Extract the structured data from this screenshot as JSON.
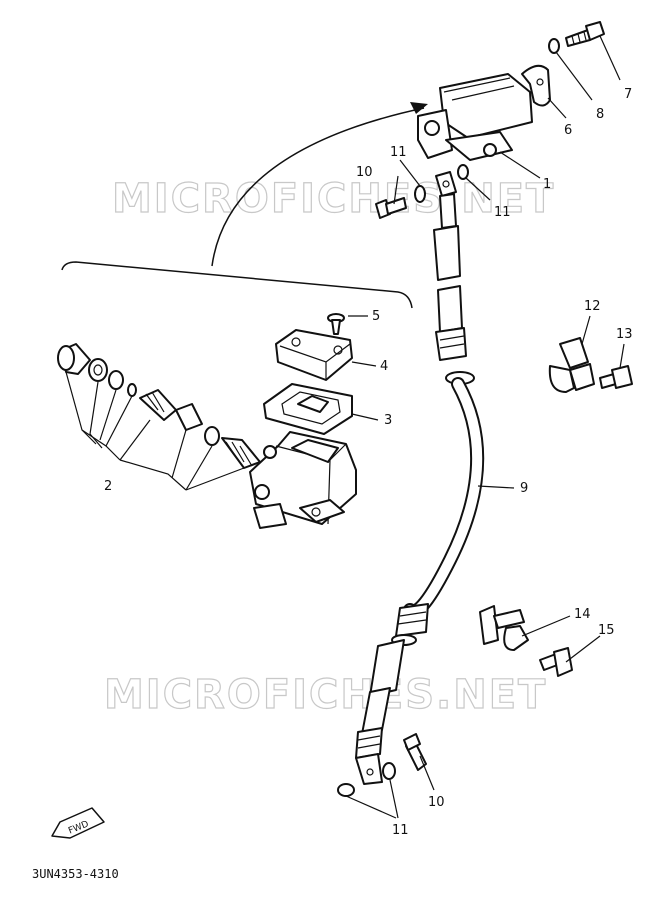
{
  "watermark": "MICROFICHES.NET",
  "diagram_code": "3UN4353-4310",
  "fwd_text": "FWD",
  "callouts": {
    "c1": "1",
    "c2": "2",
    "c3": "3",
    "c4": "4",
    "c5": "5",
    "c6": "6",
    "c7": "7",
    "c8": "8",
    "c9": "9",
    "c10a": "10",
    "c10b": "10",
    "c11a": "11",
    "c11b": "11",
    "c11c": "11",
    "c12": "12",
    "c13": "13",
    "c14": "14",
    "c15": "15"
  }
}
